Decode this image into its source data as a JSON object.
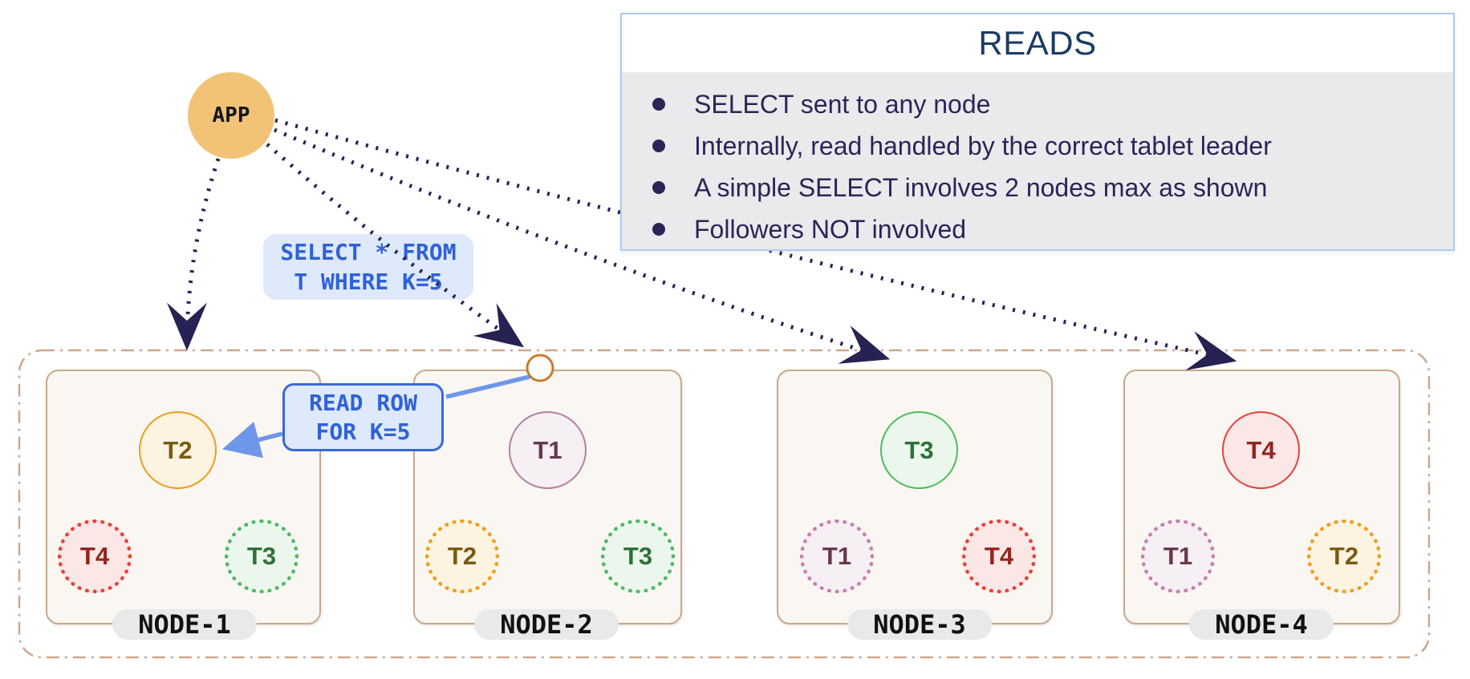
{
  "app": {
    "label": "APP"
  },
  "reads_panel": {
    "title": "READS",
    "bullets": [
      "SELECT sent to any node",
      "Internally, read handled by the correct tablet leader",
      "A simple SELECT involves 2 nodes max as shown",
      "Followers NOT involved"
    ]
  },
  "query_label": {
    "line1": "SELECT * FROM",
    "line2": "T WHERE K=5"
  },
  "read_row_label": {
    "line1": "READ ROW",
    "line2": "FOR K=5"
  },
  "nodes": [
    {
      "name": "NODE-1",
      "tablets": [
        {
          "label": "T2",
          "role": "orange",
          "type": "leader"
        },
        {
          "label": "T4",
          "role": "red",
          "type": "follower"
        },
        {
          "label": "T3",
          "role": "green",
          "type": "follower"
        }
      ]
    },
    {
      "name": "NODE-2",
      "tablets": [
        {
          "label": "T1",
          "role": "plum",
          "type": "leader"
        },
        {
          "label": "T2",
          "role": "orange",
          "type": "follower"
        },
        {
          "label": "T3",
          "role": "green",
          "type": "follower"
        }
      ]
    },
    {
      "name": "NODE-3",
      "tablets": [
        {
          "label": "T3",
          "role": "green",
          "type": "leader"
        },
        {
          "label": "T1",
          "role": "plum",
          "type": "follower"
        },
        {
          "label": "T4",
          "role": "red",
          "type": "follower"
        }
      ]
    },
    {
      "name": "NODE-4",
      "tablets": [
        {
          "label": "T4",
          "role": "red",
          "type": "leader"
        },
        {
          "label": "T1",
          "role": "plum",
          "type": "follower"
        },
        {
          "label": "T2",
          "role": "orange",
          "type": "follower"
        }
      ]
    }
  ],
  "colors": {
    "app_fill": "#F2C377",
    "dotted_arrow": "#262253",
    "blue_arrow": "#6E97EA",
    "query_text": "#2F62D8",
    "query_bg": "#DFE9FC",
    "reads_border": "#AECBEA",
    "reads_body_bg": "#EAEAEC",
    "reads_title": "#1B3C63",
    "reads_text": "#2A2558",
    "outer_border": "#CCA78D",
    "node_border": "#C8A88C",
    "node_fill": "#FAF7F2",
    "pill_bg": "#E9E9E9",
    "tablet_orange": "#F09C1E",
    "tablet_red": "#E6403A",
    "tablet_green": "#4CBB60",
    "tablet_plum": "#B380A1"
  }
}
